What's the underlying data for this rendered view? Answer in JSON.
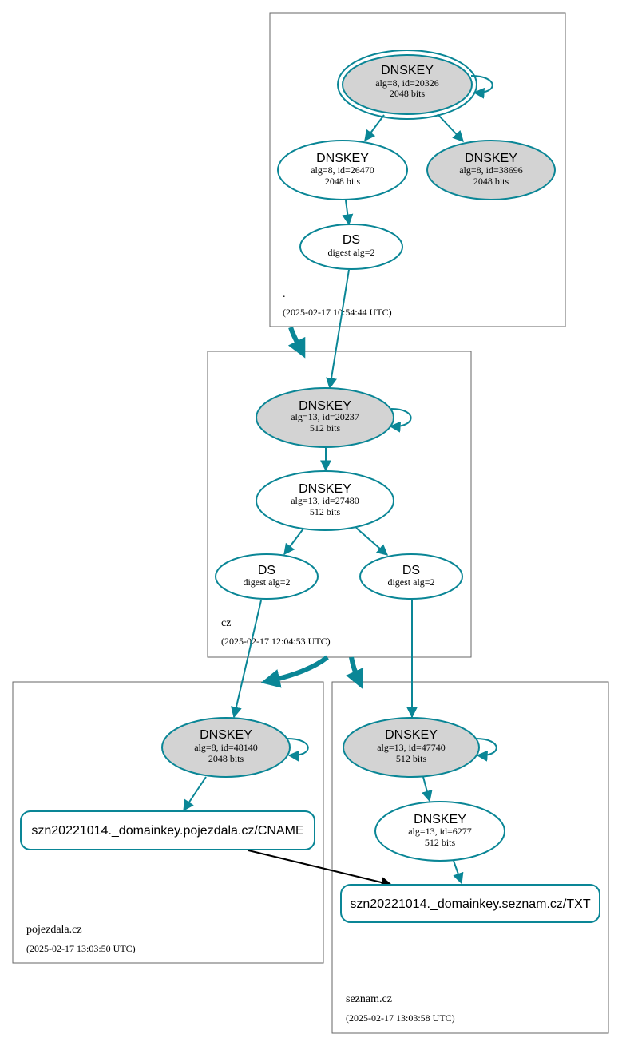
{
  "colors": {
    "accent": "#0a8696",
    "grey_fill": "#d3d3d3",
    "box_border": "#666666"
  },
  "zones": {
    "root": {
      "name": ".",
      "timestamp": "(2025-02-17 10:54:44 UTC)"
    },
    "cz": {
      "name": "cz",
      "timestamp": "(2025-02-17 12:04:53 UTC)"
    },
    "pojezdala": {
      "name": "pojezdala.cz",
      "timestamp": "(2025-02-17 13:03:50 UTC)"
    },
    "seznam": {
      "name": "seznam.cz",
      "timestamp": "(2025-02-17 13:03:58 UTC)"
    }
  },
  "nodes": {
    "root_ksk": {
      "title": "DNSKEY",
      "line1": "alg=8, id=20326",
      "line2": "2048 bits"
    },
    "root_zsk1": {
      "title": "DNSKEY",
      "line1": "alg=8, id=26470",
      "line2": "2048 bits"
    },
    "root_zsk2": {
      "title": "DNSKEY",
      "line1": "alg=8, id=38696",
      "line2": "2048 bits"
    },
    "root_ds": {
      "title": "DS",
      "line1": "digest alg=2"
    },
    "cz_ksk": {
      "title": "DNSKEY",
      "line1": "alg=13, id=20237",
      "line2": "512 bits"
    },
    "cz_zsk": {
      "title": "DNSKEY",
      "line1": "alg=13, id=27480",
      "line2": "512 bits"
    },
    "cz_ds1": {
      "title": "DS",
      "line1": "digest alg=2"
    },
    "cz_ds2": {
      "title": "DS",
      "line1": "digest alg=2"
    },
    "poj_ksk": {
      "title": "DNSKEY",
      "line1": "alg=8, id=48140",
      "line2": "2048 bits"
    },
    "poj_rr": {
      "title": "szn20221014._domainkey.pojezdala.cz/CNAME"
    },
    "sez_ksk": {
      "title": "DNSKEY",
      "line1": "alg=13, id=47740",
      "line2": "512 bits"
    },
    "sez_zsk": {
      "title": "DNSKEY",
      "line1": "alg=13, id=6277",
      "line2": "512 bits"
    },
    "sez_rr": {
      "title": "szn20221014._domainkey.seznam.cz/TXT"
    }
  }
}
